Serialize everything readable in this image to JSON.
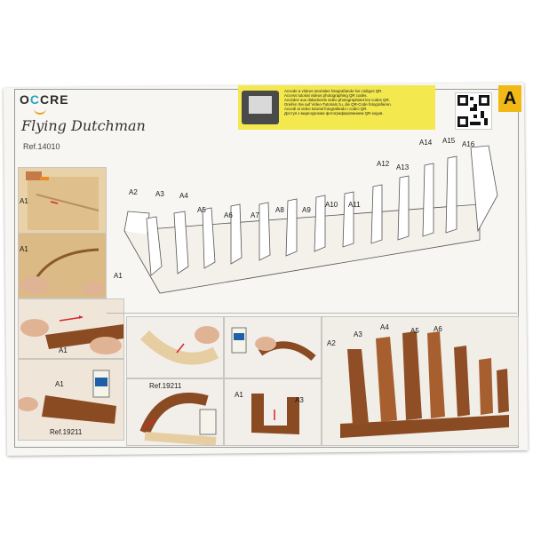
{
  "header": {
    "logo_left": "O",
    "logo_c": "C",
    "logo_right": "CRE",
    "title": "Flying Dutchman",
    "ref": "Ref.14010",
    "section_badge": "A"
  },
  "banner": {
    "lines": [
      "Accede a vídeos tutoriales fotografiando los códigos QR.",
      "Access tutorial videos photographing QR codes.",
      "Accédez aux didacticiels vidéo photographiant les codes QR.",
      "Greifen Sie auf Video-Tutorials zu, die QR-Code fotografieren.",
      "Accedi ai video tutorial fotografando i codici QR.",
      "Доступ к видеоурокам фотографированием QR-кодов."
    ]
  },
  "frame_labels": {
    "A1": "A1",
    "A2": "A2",
    "A3": "A3",
    "A4": "A4",
    "A5": "A5",
    "A6": "A6",
    "A7": "A7",
    "A8": "A8",
    "A9": "A9",
    "A10": "A10",
    "A11": "A11",
    "A12": "A12",
    "A13": "A13",
    "A14": "A14",
    "A15": "A15",
    "A16": "A16"
  },
  "step_labels": {
    "ref_glue": "Ref.19211"
  },
  "colors": {
    "wood_light": "#e7cda2",
    "wood_dark": "#8a4a22",
    "wood_mid": "#a85f2f",
    "banner": "#f3e94e",
    "badge": "#f0b915",
    "arrow": "#d8262b"
  }
}
